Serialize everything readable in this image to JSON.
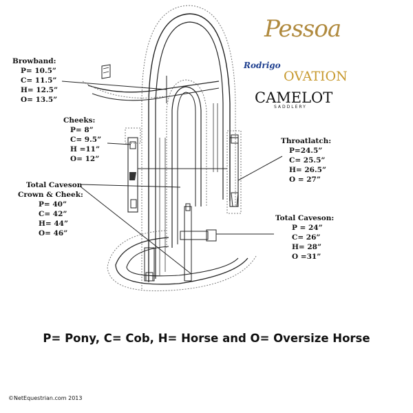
{
  "labels": {
    "browband": {
      "title": "Browband:",
      "values": [
        "P= 10.5”",
        "C= 11.5”",
        "H= 12.5”",
        "O= 13.5”"
      ]
    },
    "cheeks": {
      "title": "Cheeks:",
      "values": [
        "P= 8”",
        "C= 9.5”",
        "H =11”",
        "O= 12”"
      ]
    },
    "throatlatch": {
      "title": "Throatlatch:",
      "values": [
        "P=24.5”",
        "C= 25.5”",
        "H= 26.5”",
        "O = 27”"
      ]
    },
    "caveson_crown": {
      "title_line1": "Total Caveson",
      "title_line2": "Crown & Cheek:",
      "values": [
        "P= 40”",
        "C= 42”",
        "H= 44”",
        "O= 46”"
      ]
    },
    "total_caveson": {
      "title": "Total Caveson:",
      "values": [
        "P = 24”",
        "C= 26”",
        "H= 28”",
        "O =31”"
      ]
    }
  },
  "brands": {
    "pessoa": "Pessoa",
    "rodrigo": "Rodrigo",
    "ovation": "OVATION",
    "camelot": "CAMELOT",
    "camelot_sub": "SADDLERY"
  },
  "legend": "P= Pony, C= Cob, H= Horse and O= Oversize Horse",
  "copyright": "©NetEquestrian.com 2013",
  "colors": {
    "line": "#2a2a2a",
    "dotted": "#777777",
    "pessoa": "#b08a3e",
    "rodrigo": "#1e3f8f",
    "ovation": "#c7992e",
    "camelot": "#111111"
  }
}
